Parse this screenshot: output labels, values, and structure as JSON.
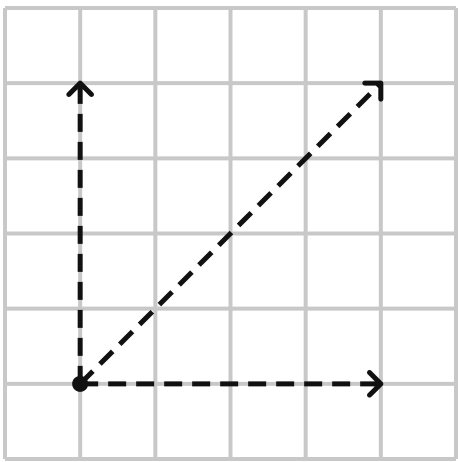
{
  "grid": {
    "columns": 6,
    "rows": 6,
    "line_color": "#c8c8c8"
  },
  "vectors": {
    "color": "#111111",
    "style": "dashed",
    "origin": {
      "col": 1,
      "row": 5
    },
    "items": [
      {
        "name": "vertical-vector",
        "to": {
          "col": 1,
          "row": 1
        }
      },
      {
        "name": "diagonal-vector",
        "to": {
          "col": 5,
          "row": 1
        }
      },
      {
        "name": "horizontal-vector",
        "to": {
          "col": 5,
          "row": 5
        }
      }
    ]
  }
}
